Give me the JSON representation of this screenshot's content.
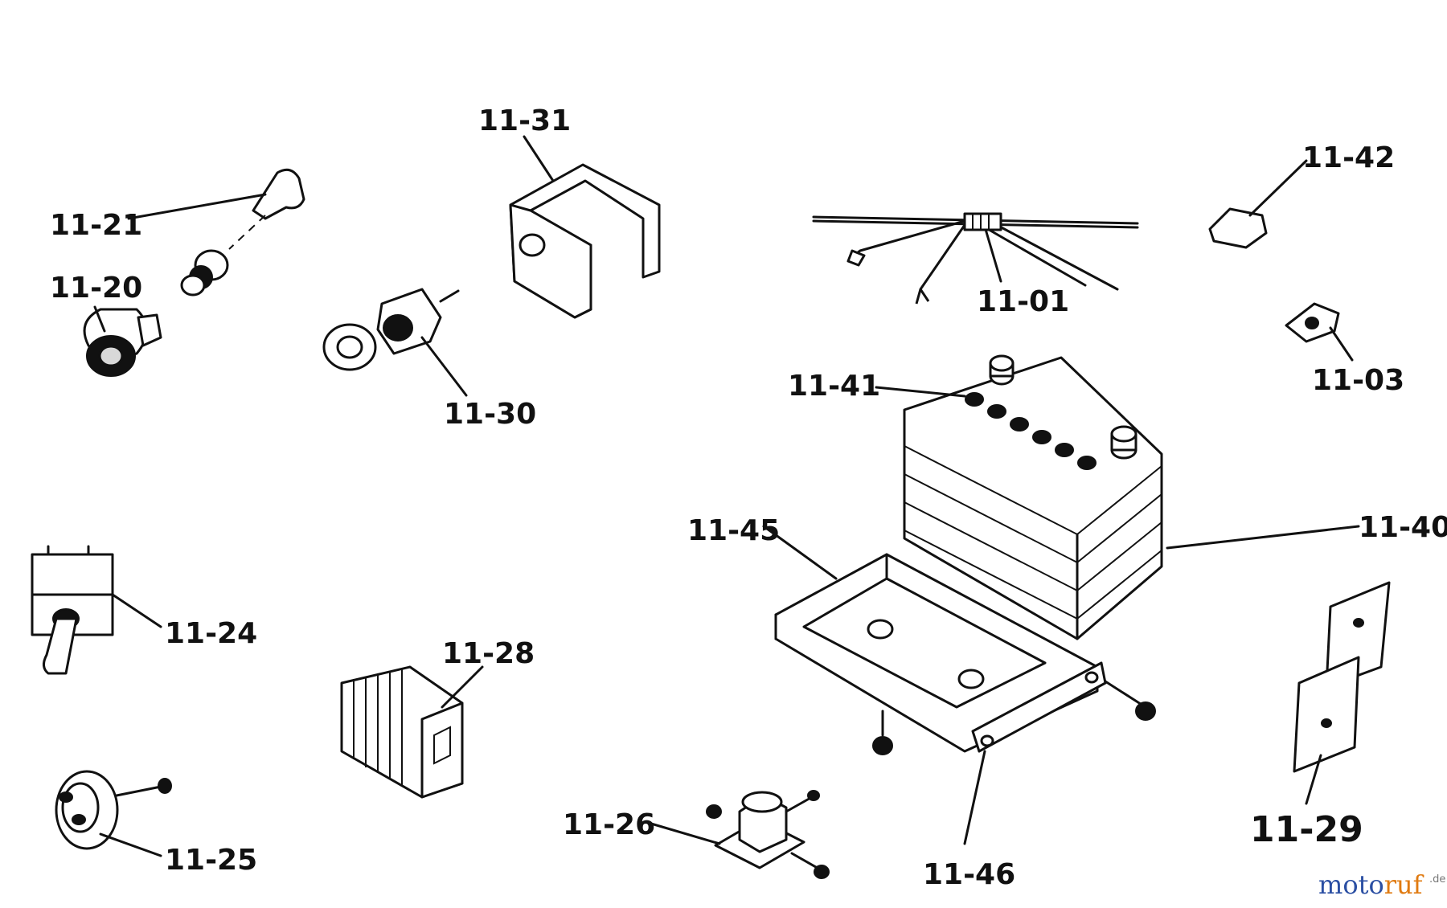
{
  "labels": {
    "p1101": "11-01",
    "p1103": "11-03",
    "p1120": "11-20",
    "p1121": "11-21",
    "p1124": "11-24",
    "p1125": "11-25",
    "p1126": "11-26",
    "p1128": "11-28",
    "p1129": "11-29",
    "p1130": "11-30",
    "p1131": "11-31",
    "p1140": "11-40",
    "p1141": "11-41",
    "p1142": "11-42",
    "p1145": "11-45",
    "p1146": "11-46"
  },
  "watermark": {
    "brand_a": "moto",
    "brand_b": "ruf",
    "suffix": ".de",
    "color_a": "#2b4fa3",
    "color_b": "#e07b12"
  }
}
